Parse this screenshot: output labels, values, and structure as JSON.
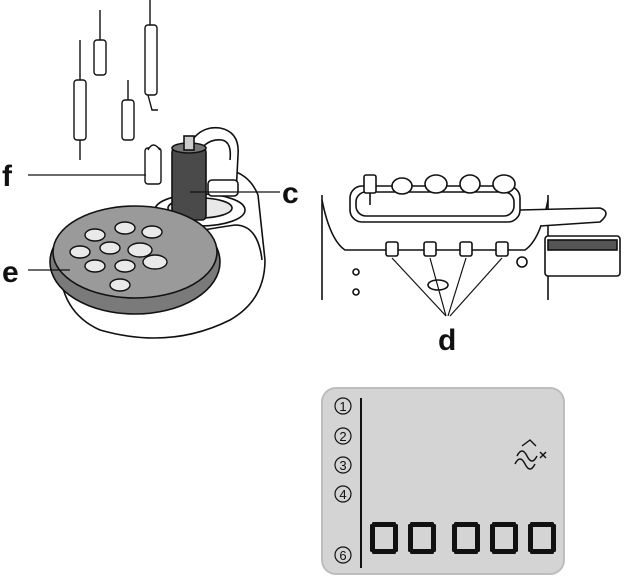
{
  "callouts": {
    "c": "c",
    "d": "d",
    "e": "e",
    "f": "f"
  },
  "lcd": {
    "rows": [
      "1",
      "2",
      "3",
      "4",
      "6"
    ],
    "digits": [
      "0",
      "0",
      "0",
      "0",
      "0"
    ]
  },
  "colors": {
    "ink": "#111111",
    "lcd_bg": "#d4d4d4",
    "lcd_frame": "#bdbdbd",
    "tray": "#7a7a7a"
  },
  "icons": {
    "stirrer": "stirrer-icon"
  }
}
